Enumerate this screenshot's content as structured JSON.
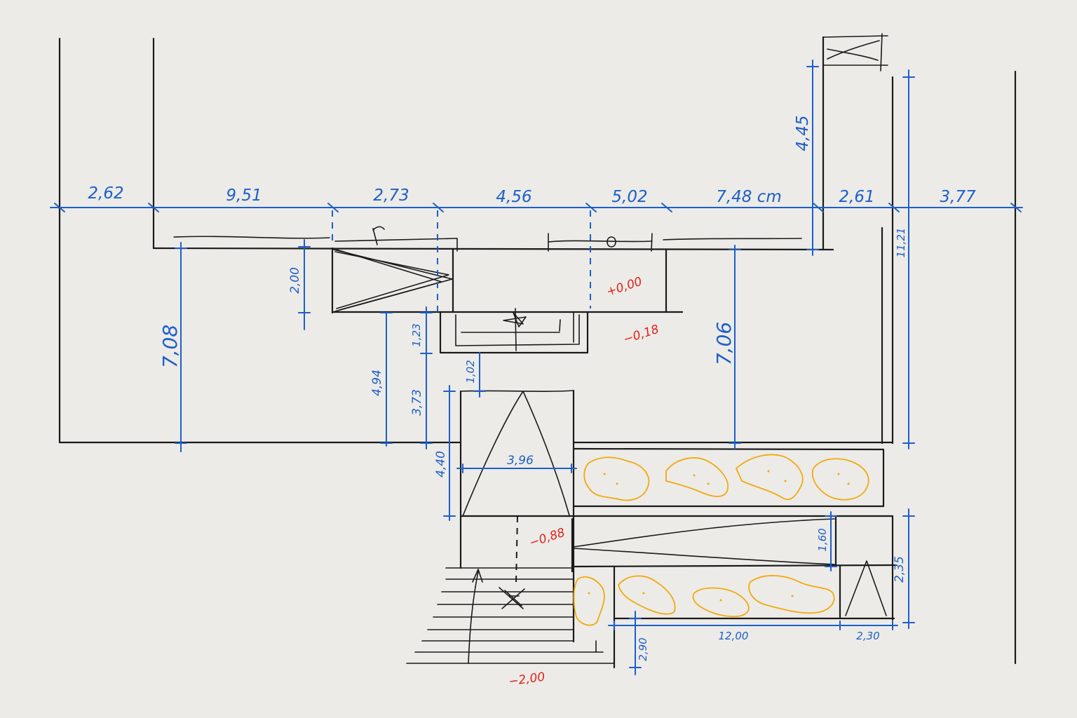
{
  "top_dimensions": [
    "2,62",
    "9,51",
    "2,73",
    "4,56",
    "5,02",
    "7,48 cm",
    "2,61",
    "3,77"
  ],
  "vertical_dimensions": {
    "left_depth": "7,08",
    "door_depth": "2,00",
    "step_depth": "1,23",
    "mid_a": "4,94",
    "mid_b": "3,73",
    "landing_gap": "1,02",
    "lower_stair": "4,40",
    "right_depth": "7,06",
    "tower": "4,45",
    "right_total": "11,21",
    "planter_gap": "1,60",
    "lower_right": "2,35",
    "bottom_step": "2,90"
  },
  "horizontal_dimensions": {
    "stair_width": "3,96",
    "planter_length": "12,00",
    "end_width": "2,30"
  },
  "levels": {
    "entry": "+0,00",
    "terrace": "−0,18",
    "landing": "−0,88",
    "garden": "−2,00"
  },
  "colors": {
    "ink": "#1a1a1a",
    "dimension": "#1d5fc9",
    "level": "#e0201c",
    "planting": "#f2a90f",
    "paper": "#ecebe7"
  }
}
